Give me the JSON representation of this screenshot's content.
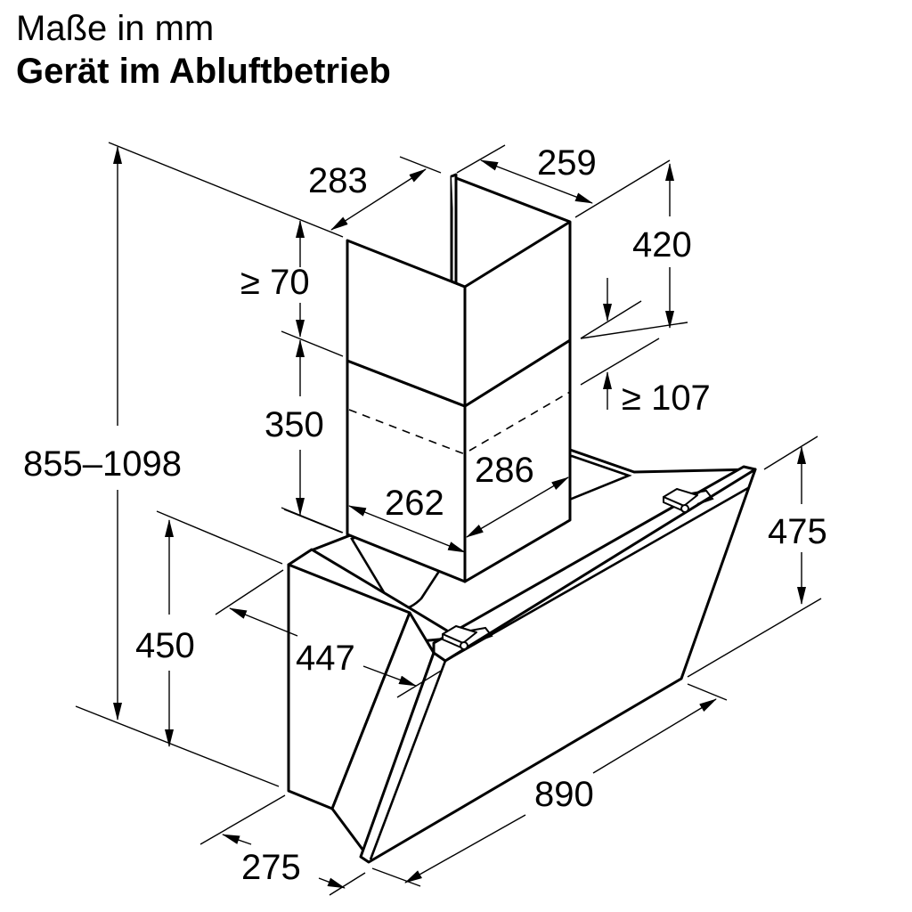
{
  "header": {
    "subtitle": "Maße in mm",
    "title": "Gerät im Abluftbetrieb"
  },
  "drawing": {
    "subject": "chimney-hood-dimensions",
    "dimensions": {
      "upper_chimney_depth": "283",
      "upper_chimney_width": "259",
      "upper_chimney_height": "420",
      "ceiling_gap_min": "≥ 70",
      "lower_chimney_height": "350",
      "overlap_min": "≥ 107",
      "total_height_range": "855–1098",
      "lower_chimney_width": "262",
      "lower_chimney_depth": "286",
      "hood_height_side": "475",
      "body_height": "450",
      "glass_depth": "447",
      "base_depth": "275",
      "hood_width": "890"
    },
    "colors": {
      "line": "#000000",
      "background": "#ffffff"
    }
  }
}
